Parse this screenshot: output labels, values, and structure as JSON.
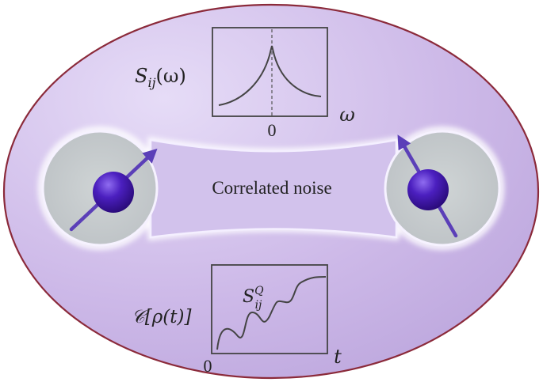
{
  "caption": "Correlated noise",
  "top_plot": {
    "ylabel_main": "S",
    "ylabel_sub": "ij",
    "ylabel_rest": "(ω)",
    "xlabel": "ω",
    "origin_tick": "0"
  },
  "bottom_plot": {
    "ylabel": "𝒞[ρ(t)]",
    "curve_label_main": "S",
    "curve_label_sup": "Q",
    "curve_label_sub": "ij",
    "xlabel": "t",
    "origin_tick": "0"
  },
  "colors": {
    "ellipse_fill": "#cdb9e8",
    "ellipse_border": "#8b2a3a",
    "bubble_fill": "#c4c8cc",
    "glow": "#ffffff",
    "spin_sphere": "#4b1fbf",
    "arrow": "#5b3fb8",
    "plot_line": "#444444"
  },
  "icons": [
    "spin-up-right-icon",
    "spin-up-left-icon"
  ]
}
